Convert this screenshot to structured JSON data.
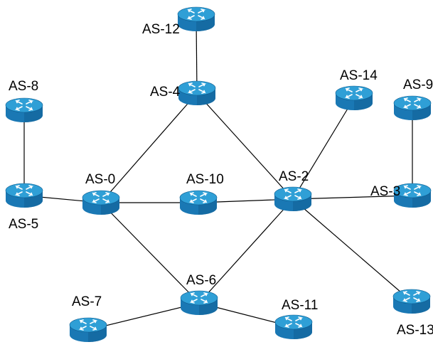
{
  "diagram": {
    "colors": {
      "router_top": "#2f9fd6",
      "router_side": "#1a78b4",
      "router_side_dark": "#0f5c8f",
      "router_arrows": "#ffffff",
      "link": "#000000",
      "label": "#000000"
    },
    "icon": "router-icon",
    "nodes": [
      {
        "id": "AS-0",
        "label": "AS-0"
      },
      {
        "id": "AS-2",
        "label": "AS-2"
      },
      {
        "id": "AS-3",
        "label": "AS-3"
      },
      {
        "id": "AS-4",
        "label": "AS-4"
      },
      {
        "id": "AS-5",
        "label": "AS-5"
      },
      {
        "id": "AS-6",
        "label": "AS-6"
      },
      {
        "id": "AS-7",
        "label": "AS-7"
      },
      {
        "id": "AS-8",
        "label": "AS-8"
      },
      {
        "id": "AS-9",
        "label": "AS-9"
      },
      {
        "id": "AS-10",
        "label": "AS-10"
      },
      {
        "id": "AS-11",
        "label": "AS-11"
      },
      {
        "id": "AS-12",
        "label": "AS-12"
      },
      {
        "id": "AS-13",
        "label": "AS-13"
      },
      {
        "id": "AS-14",
        "label": "AS-14"
      }
    ],
    "links": [
      [
        "AS-12",
        "AS-4"
      ],
      [
        "AS-4",
        "AS-0"
      ],
      [
        "AS-4",
        "AS-2"
      ],
      [
        "AS-8",
        "AS-5"
      ],
      [
        "AS-5",
        "AS-0"
      ],
      [
        "AS-0",
        "AS-10"
      ],
      [
        "AS-10",
        "AS-2"
      ],
      [
        "AS-0",
        "AS-6"
      ],
      [
        "AS-2",
        "AS-6"
      ],
      [
        "AS-2",
        "AS-14"
      ],
      [
        "AS-2",
        "AS-3"
      ],
      [
        "AS-9",
        "AS-3"
      ],
      [
        "AS-2",
        "AS-13"
      ],
      [
        "AS-6",
        "AS-7"
      ],
      [
        "AS-6",
        "AS-11"
      ]
    ]
  }
}
